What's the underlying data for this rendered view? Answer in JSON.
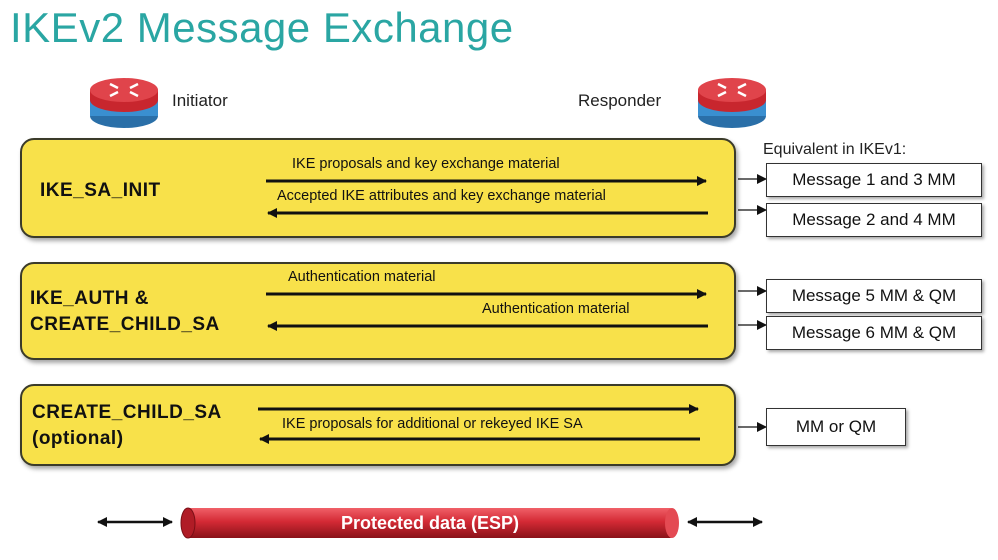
{
  "title": "IKEv2 Message Exchange",
  "initiator": {
    "label": "Initiator",
    "icon": "router-icon"
  },
  "responder": {
    "label": "Responder",
    "icon": "router-icon"
  },
  "equivalent_header": "Equivalent in IKEv1:",
  "exchanges": [
    {
      "phase": "IKE_SA_INIT",
      "messages": [
        {
          "text": "IKE proposals and key exchange material",
          "direction": "right"
        },
        {
          "text": "Accepted IKE attributes and key exchange material",
          "direction": "left"
        }
      ],
      "equivalents": [
        "Message 1 and 3 MM",
        "Message 2 and 4 MM"
      ]
    },
    {
      "phase": "IKE_AUTH &\nCREATE_CHILD_SA",
      "messages": [
        {
          "text": "Authentication material",
          "direction": "right"
        },
        {
          "text": "Authentication material",
          "direction": "left"
        }
      ],
      "equivalents": [
        "Message 5 MM & QM",
        "Message 6 MM & QM"
      ]
    },
    {
      "phase": "CREATE_CHILD_SA\n(optional)",
      "messages": [
        {
          "text": "IKE proposals for additional or rekeyed IKE SA",
          "direction": "both"
        }
      ],
      "equivalents": [
        "MM or QM"
      ]
    }
  ],
  "esp": {
    "label": "Protected data (ESP)",
    "color": "#d42a35"
  },
  "colors": {
    "title": "#2aa6a3",
    "panel": "#f8e14a",
    "router_top": "#c8262e",
    "router_base": "#3a8fd0"
  }
}
